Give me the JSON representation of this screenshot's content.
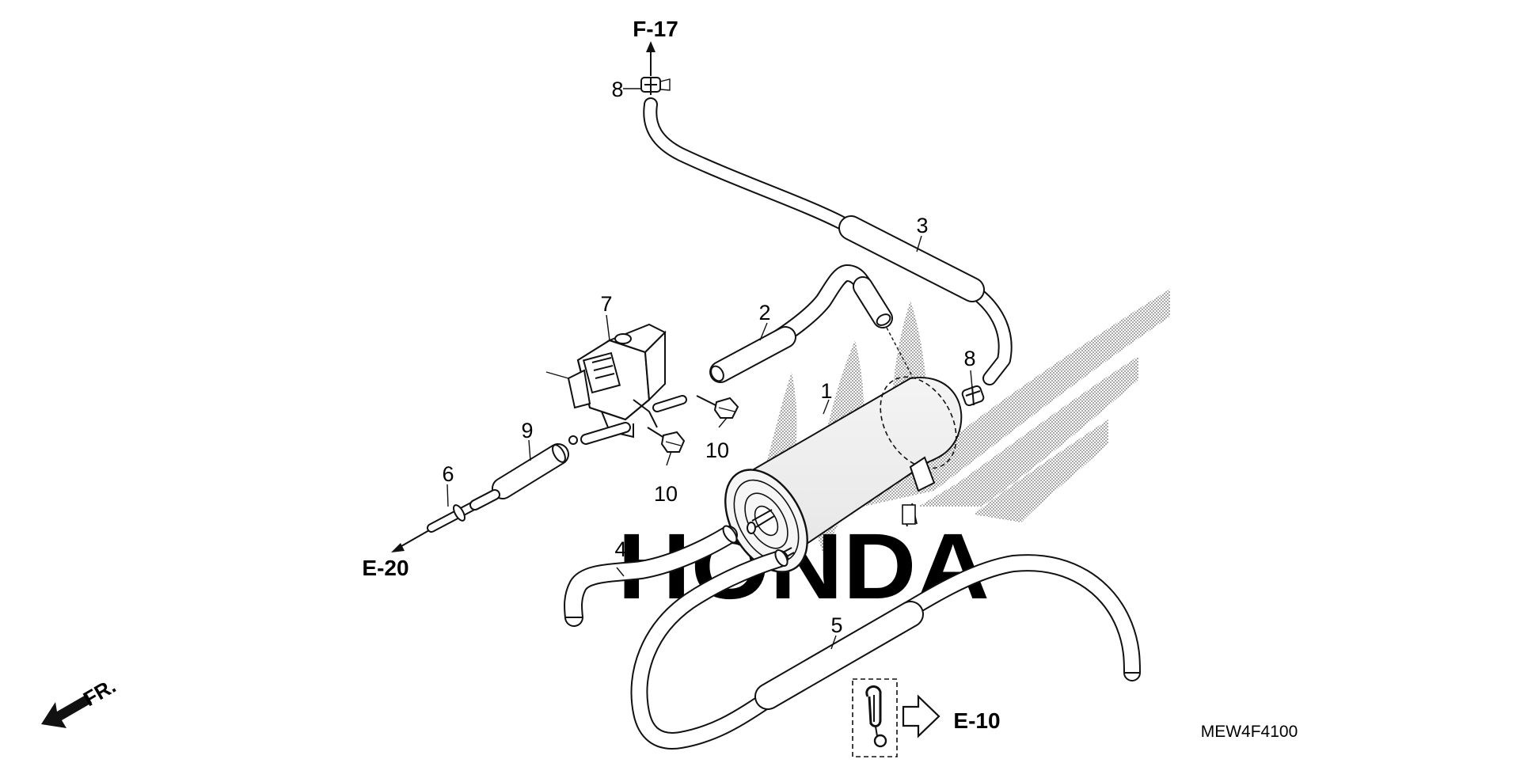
{
  "diagram": {
    "code": "MEW4F4100",
    "watermark": {
      "text": "HONDA",
      "icon": "honda-wing-logo"
    },
    "refs": {
      "f17": "F-17",
      "e20": "E-20",
      "e10": "E-10"
    },
    "front_indicator": {
      "label": "FR.",
      "icon": "front-arrow-icon"
    },
    "callouts": [
      {
        "id": "1",
        "label": "1"
      },
      {
        "id": "2",
        "label": "2"
      },
      {
        "id": "3",
        "label": "3"
      },
      {
        "id": "4",
        "label": "4"
      },
      {
        "id": "5",
        "label": "5"
      },
      {
        "id": "6",
        "label": "6"
      },
      {
        "id": "7",
        "label": "7"
      },
      {
        "id": "8a",
        "label": "8"
      },
      {
        "id": "8b",
        "label": "8"
      },
      {
        "id": "9",
        "label": "9"
      },
      {
        "id": "10a",
        "label": "10"
      },
      {
        "id": "10b",
        "label": "10"
      }
    ]
  }
}
